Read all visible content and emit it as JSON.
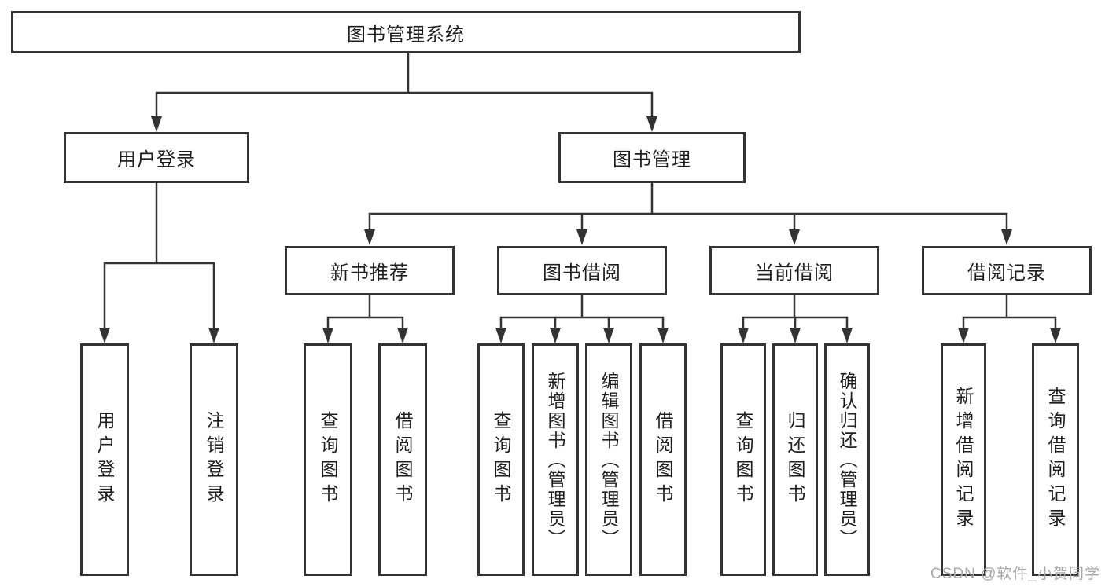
{
  "title": "图书管理系统",
  "watermark": "CSDN @软件_小贺同学",
  "colors": {
    "line": "#333333",
    "box_border": "#333333",
    "text": "#1f1f1f",
    "watermark": "#a8a8a8",
    "background": "#ffffff"
  },
  "tree": {
    "label": "图书管理系统",
    "children": [
      {
        "label": "用户登录",
        "children": [
          {
            "label": "用户登录"
          },
          {
            "label": "注销登录"
          }
        ]
      },
      {
        "label": "图书管理",
        "children": [
          {
            "label": "新书推荐",
            "children": [
              {
                "label": "查询图书"
              },
              {
                "label": "借阅图书"
              }
            ]
          },
          {
            "label": "图书借阅",
            "children": [
              {
                "label": "查询图书"
              },
              {
                "label": "新增图书（管理员）"
              },
              {
                "label": "编辑图书（管理员）"
              },
              {
                "label": "借阅图书"
              }
            ]
          },
          {
            "label": "当前借阅",
            "children": [
              {
                "label": "查询图书"
              },
              {
                "label": "归还图书"
              },
              {
                "label": "确认归还（管理员）"
              }
            ]
          },
          {
            "label": "借阅记录",
            "children": [
              {
                "label": "新增借阅记录"
              },
              {
                "label": "查询借阅记录"
              }
            ]
          }
        ]
      }
    ]
  }
}
